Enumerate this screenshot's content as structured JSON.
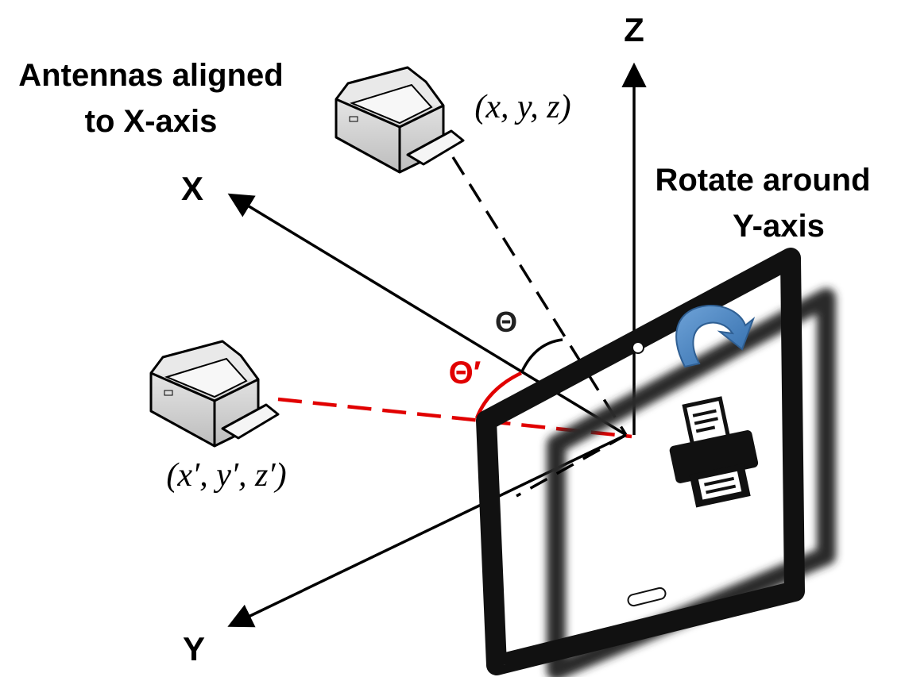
{
  "labels": {
    "antennas": [
      "Antennas aligned",
      "to X-axis"
    ],
    "rotate": [
      "Rotate around",
      "Y-axis"
    ],
    "axis_x": "X",
    "axis_y": "Y",
    "axis_z": "Z",
    "theta": "Θ",
    "theta_prime": "Θ′",
    "coord_top": "(x, y, z)",
    "coord_left": "(x′, y′, z′)"
  },
  "colors": {
    "axis": "#000000",
    "red_ray": "#e10000",
    "theta_text": "#222222",
    "rotate_arrow": "#4f86c2",
    "tablet": "#111111"
  },
  "icons": [
    "printer-icon-top",
    "printer-icon-left",
    "print-icon",
    "rotate-arrow-icon"
  ]
}
